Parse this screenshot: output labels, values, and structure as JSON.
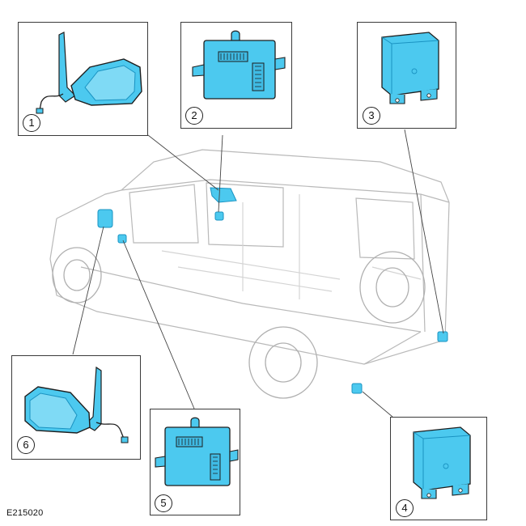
{
  "figure": {
    "reference_code": "E215020",
    "callouts": [
      {
        "id": "1",
        "label": "1",
        "icon": "side-mirror-icon"
      },
      {
        "id": "2",
        "label": "2",
        "icon": "control-module-icon"
      },
      {
        "id": "3",
        "label": "3",
        "icon": "module-box-icon"
      },
      {
        "id": "4",
        "label": "4",
        "icon": "module-box-icon"
      },
      {
        "id": "5",
        "label": "5",
        "icon": "control-module-icon"
      },
      {
        "id": "6",
        "label": "6",
        "icon": "side-mirror-icon"
      }
    ],
    "colors": {
      "part": "#4cc9ef",
      "part_dark": "#1a93c2",
      "outline": "#1e1e1e",
      "vehicle": "#c7c7c7"
    }
  }
}
